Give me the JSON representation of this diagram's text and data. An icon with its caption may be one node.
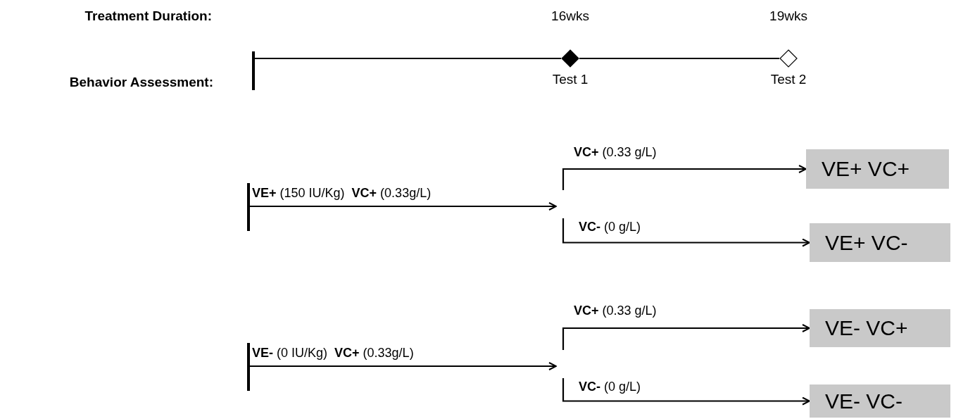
{
  "diagram": {
    "nodes": [
      {
        "text": [],
        "shape": "bar"
      },
      {
        "text": [],
        "shape": "diamond",
        "beside": [
          "16wks",
          "Test 1"
        ]
      },
      {
        "text": [],
        "shape": "diamond",
        "beside": [
          "19wks",
          "Test 2"
        ]
      },
      {
        "text": [],
        "shape": "bar"
      },
      {
        "text": [
          "VE+ VC+"
        ]
      },
      {
        "text": [
          "VE+ VC-"
        ]
      },
      {
        "text": [],
        "shape": "bar"
      },
      {
        "text": [
          "VE- VC+"
        ]
      },
      {
        "text": [
          "VE- VC-"
        ]
      }
    ],
    "edges": [
      {
        "from": 0,
        "to": 1,
        "arrow": "none"
      },
      {
        "from": 1,
        "to": 2,
        "arrow": "none"
      },
      {
        "from": 3,
        "to": null,
        "arrow": "to",
        "label": "**VE+** (150 IU/Kg)  **VC+** (0.33g/L)"
      },
      {
        "from": null,
        "to": 4,
        "arrow": "to",
        "label": "**VC+** (0.33 g/L)"
      },
      {
        "from": null,
        "to": 5,
        "arrow": "to",
        "label": "**VC-** (0 g/L)"
      },
      {
        "from": 6,
        "to": null,
        "arrow": "to",
        "label": "**VE-** (0 IU/Kg)  **VC+** (0.33g/L)"
      },
      {
        "from": null,
        "to": 7,
        "arrow": "to",
        "label": "**VC+** (0.33 g/L)"
      },
      {
        "from": null,
        "to": 8,
        "arrow": "to",
        "label": "**VC-** (0 g/L)"
      }
    ],
    "labels": [
      "Treatment Duration:",
      "Behavior Assessment:"
    ]
  }
}
